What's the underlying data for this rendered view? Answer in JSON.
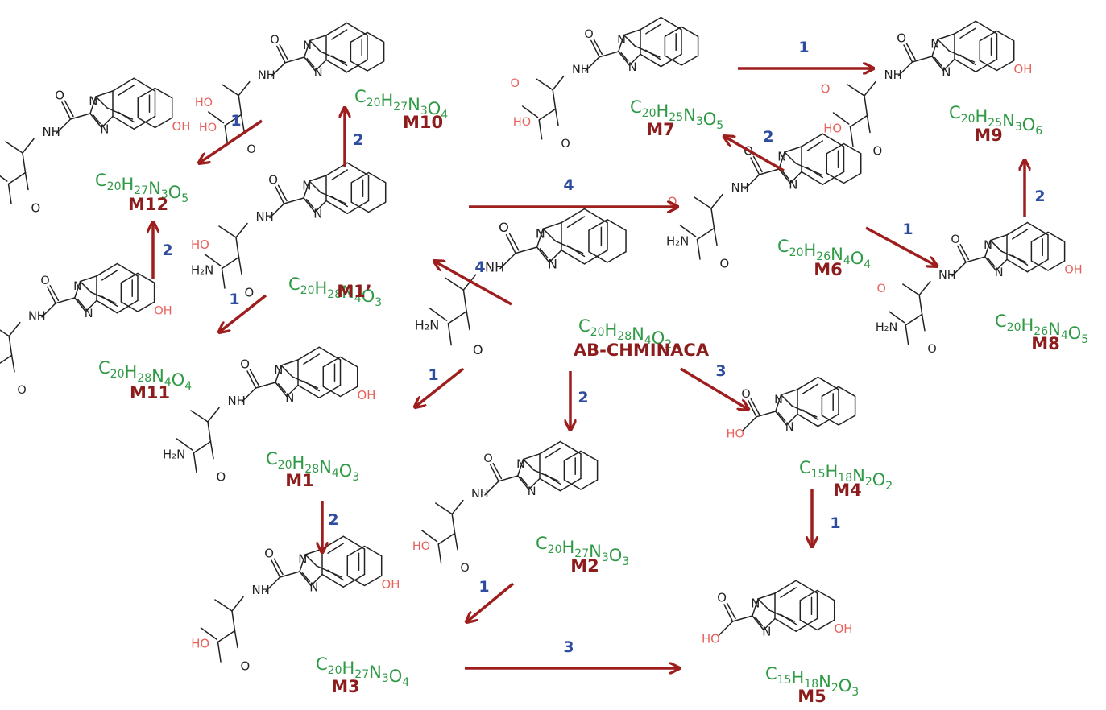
{
  "colors": {
    "formula": "#2f9a46",
    "name": "#8d1c1c",
    "arrow": "#9e1d1d",
    "step": "#2f4da0",
    "oxygen_highlight": "#e8605a"
  },
  "atoms": {
    "N": "N",
    "NH": "NH",
    "H2N": "H₂N",
    "HO": "HO",
    "OH": "OH",
    "O": "O"
  },
  "compounds": [
    {
      "id": "parent",
      "name": "AB-CHMINACA",
      "formula": [
        [
          "C",
          "20"
        ],
        [
          "H",
          "28"
        ],
        [
          "N",
          "4"
        ],
        [
          "O",
          "2"
        ]
      ]
    },
    {
      "id": "m1p",
      "name": "M1’",
      "formula": [
        [
          "C",
          "20"
        ],
        [
          "H",
          "28"
        ],
        [
          "N",
          "4"
        ],
        [
          "O",
          "3"
        ]
      ]
    },
    {
      "id": "m1",
      "name": "M1",
      "formula": [
        [
          "C",
          "20"
        ],
        [
          "H",
          "28"
        ],
        [
          "N",
          "4"
        ],
        [
          "O",
          "3"
        ]
      ]
    },
    {
      "id": "m2",
      "name": "M2",
      "formula": [
        [
          "C",
          "20"
        ],
        [
          "H",
          "27"
        ],
        [
          "N",
          "3"
        ],
        [
          "O",
          "3"
        ]
      ]
    },
    {
      "id": "m3",
      "name": "M3",
      "formula": [
        [
          "C",
          "20"
        ],
        [
          "H",
          "27"
        ],
        [
          "N",
          "3"
        ],
        [
          "O",
          "4"
        ]
      ]
    },
    {
      "id": "m4",
      "name": "M4",
      "formula": [
        [
          "C",
          "15"
        ],
        [
          "H",
          "18"
        ],
        [
          "N",
          "2"
        ],
        [
          "O",
          "2"
        ]
      ]
    },
    {
      "id": "m5",
      "name": "M5",
      "formula": [
        [
          "C",
          "15"
        ],
        [
          "H",
          "18"
        ],
        [
          "N",
          "2"
        ],
        [
          "O",
          "3"
        ]
      ]
    },
    {
      "id": "m6",
      "name": "M6",
      "formula": [
        [
          "C",
          "20"
        ],
        [
          "H",
          "26"
        ],
        [
          "N",
          "4"
        ],
        [
          "O",
          "4"
        ]
      ]
    },
    {
      "id": "m7",
      "name": "M7",
      "formula": [
        [
          "C",
          "20"
        ],
        [
          "H",
          "25"
        ],
        [
          "N",
          "3"
        ],
        [
          "O",
          "5"
        ]
      ]
    },
    {
      "id": "m8",
      "name": "M8",
      "formula": [
        [
          "C",
          "20"
        ],
        [
          "H",
          "26"
        ],
        [
          "N",
          "4"
        ],
        [
          "O",
          "5"
        ]
      ]
    },
    {
      "id": "m9",
      "name": "M9",
      "formula": [
        [
          "C",
          "20"
        ],
        [
          "H",
          "25"
        ],
        [
          "N",
          "3"
        ],
        [
          "O",
          "6"
        ]
      ]
    },
    {
      "id": "m10",
      "name": "M10",
      "formula": [
        [
          "C",
          "20"
        ],
        [
          "H",
          "27"
        ],
        [
          "N",
          "3"
        ],
        [
          "O",
          "4"
        ]
      ]
    },
    {
      "id": "m11",
      "name": "M11",
      "formula": [
        [
          "C",
          "20"
        ],
        [
          "H",
          "28"
        ],
        [
          "N",
          "4"
        ],
        [
          "O",
          "4"
        ]
      ]
    },
    {
      "id": "m12",
      "name": "M12",
      "formula": [
        [
          "C",
          "20"
        ],
        [
          "H",
          "27"
        ],
        [
          "N",
          "3"
        ],
        [
          "O",
          "5"
        ]
      ]
    }
  ],
  "reactions": [
    {
      "id": "r-parent-m1p",
      "from": "parent",
      "to": "m1p",
      "step": "4"
    },
    {
      "id": "r-parent-m6",
      "from": "parent",
      "to": "m6",
      "step": "4"
    },
    {
      "id": "r-parent-m1",
      "from": "parent",
      "to": "m1",
      "step": "1"
    },
    {
      "id": "r-parent-m2",
      "from": "parent",
      "to": "m2",
      "step": "2"
    },
    {
      "id": "r-parent-m4",
      "from": "parent",
      "to": "m4",
      "step": "3"
    },
    {
      "id": "r-m1p-m10",
      "from": "m1p",
      "to": "m10",
      "step": "2"
    },
    {
      "id": "r-m1p-m11",
      "from": "m1p",
      "to": "m11",
      "step": "1"
    },
    {
      "id": "r-m10-m12",
      "from": "m10",
      "to": "m12",
      "step": "1"
    },
    {
      "id": "r-m11-m12",
      "from": "m11",
      "to": "m12",
      "step": "2"
    },
    {
      "id": "r-m6-m7",
      "from": "m6",
      "to": "m7",
      "step": "2"
    },
    {
      "id": "r-m6-m8",
      "from": "m6",
      "to": "m8",
      "step": "1"
    },
    {
      "id": "r-m7-m9",
      "from": "m7",
      "to": "m9",
      "step": "1"
    },
    {
      "id": "r-m8-m9",
      "from": "m8",
      "to": "m9",
      "step": "2"
    },
    {
      "id": "r-m1-m3",
      "from": "m1",
      "to": "m3",
      "step": "2"
    },
    {
      "id": "r-m2-m3",
      "from": "m2",
      "to": "m3",
      "step": "1"
    },
    {
      "id": "r-m3-m5",
      "from": "m3",
      "to": "m5",
      "step": "3"
    },
    {
      "id": "r-m4-m5",
      "from": "m4",
      "to": "m5",
      "step": "1"
    }
  ]
}
